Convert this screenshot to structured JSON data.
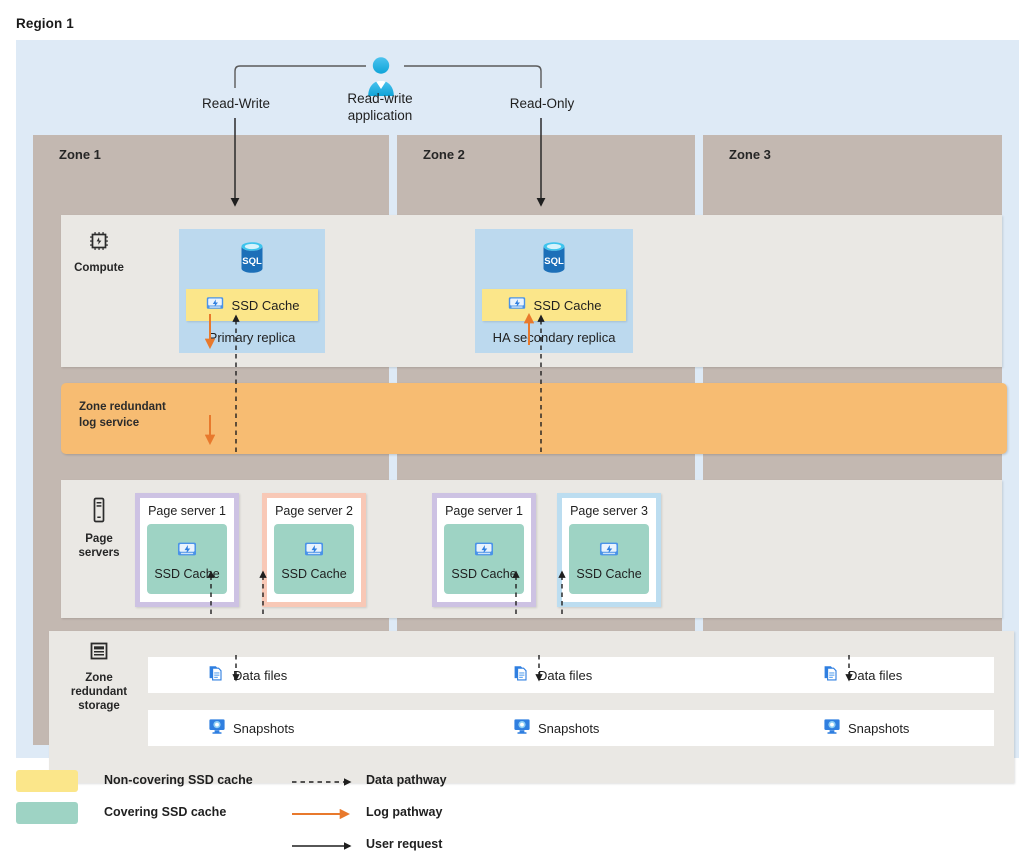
{
  "region": {
    "title": "Region 1"
  },
  "application": {
    "icon": "user-icon",
    "label": "Read-write\napplication",
    "connections": [
      {
        "label": "Read-Write",
        "target": "Primary replica"
      },
      {
        "label": "Read-Only",
        "target": "HA secondary replica"
      }
    ]
  },
  "zones": [
    {
      "id": "zone1",
      "label": "Zone 1"
    },
    {
      "id": "zone2",
      "label": "Zone 2"
    },
    {
      "id": "zone3",
      "label": "Zone 3"
    }
  ],
  "rows": {
    "compute": {
      "label": "Compute",
      "icon": "cpu-chip-icon"
    },
    "log_service": {
      "label": "Zone redundant\nlog service"
    },
    "page_servers": {
      "label": "Page\nservers",
      "icon": "page-server-icon"
    },
    "storage": {
      "label": "Zone\nredundant\nstorage",
      "icon": "storage-stack-icon"
    }
  },
  "replicas": [
    {
      "zone": "Zone 1",
      "caption": "Primary replica",
      "db_icon": "sql-database-icon",
      "cache": {
        "label": "SSD Cache",
        "icon": "ssd-disk-icon",
        "type": "non-covering",
        "color": "#fbe68a"
      }
    },
    {
      "zone": "Zone 2",
      "caption": "HA secondary replica",
      "db_icon": "sql-database-icon",
      "cache": {
        "label": "SSD Cache",
        "icon": "ssd-disk-icon",
        "type": "non-covering",
        "color": "#fbe68a"
      }
    }
  ],
  "page_servers": [
    {
      "zone": "Zone 1",
      "title": "Page server 1",
      "cache_label": "SSD Cache",
      "cache_icon": "ssd-disk-icon",
      "border_color": "#cdc2e3",
      "cache_color": "#9ed3c4"
    },
    {
      "zone": "Zone 1",
      "title": "Page server 2",
      "cache_label": "SSD Cache",
      "cache_icon": "ssd-disk-icon",
      "border_color": "#f8c8b6",
      "cache_color": "#9ed3c4"
    },
    {
      "zone": "Zone 2",
      "title": "Page server 1",
      "cache_label": "SSD Cache",
      "cache_icon": "ssd-disk-icon",
      "border_color": "#cdc2e3",
      "cache_color": "#9ed3c4"
    },
    {
      "zone": "Zone 2",
      "title": "Page server 3",
      "cache_label": "SSD Cache",
      "cache_icon": "ssd-disk-icon",
      "border_color": "#bcddf0",
      "cache_color": "#9ed3c4"
    }
  ],
  "storage": {
    "data_files": [
      {
        "zone": "Zone 1",
        "label": "Data files",
        "icon": "data-files-icon"
      },
      {
        "zone": "Zone 2",
        "label": "Data files",
        "icon": "data-files-icon"
      },
      {
        "zone": "Zone 3",
        "label": "Data files",
        "icon": "data-files-icon"
      }
    ],
    "snapshots": [
      {
        "zone": "Zone 1",
        "label": "Snapshots",
        "icon": "snapshots-icon"
      },
      {
        "zone": "Zone 2",
        "label": "Snapshots",
        "icon": "snapshots-icon"
      },
      {
        "zone": "Zone 3",
        "label": "Snapshots",
        "icon": "snapshots-icon"
      }
    ]
  },
  "legend": {
    "swatches": [
      {
        "label": "Non-covering SSD cache",
        "color": "#fbe68a"
      },
      {
        "label": "Covering SSD cache",
        "color": "#9ed3c4"
      }
    ],
    "lines": [
      {
        "label": "Data pathway",
        "style": "dashed",
        "color": "#1f1f1f"
      },
      {
        "label": "Log pathway",
        "style": "solid",
        "color": "#e8792c"
      },
      {
        "label": "User request",
        "style": "solid",
        "color": "#1f1f1f"
      }
    ]
  },
  "colors": {
    "region_bg": "#deeaf6",
    "zone_bg": "#c3b8b1",
    "band_bg": "#eae8e4",
    "log_band": "#f7bc72",
    "replica_bg": "#bcd9ee",
    "non_covering_cache": "#fbe68a",
    "covering_cache": "#9ed3c4",
    "log_arrow": "#e8792c",
    "data_arrow": "#1f1f1f"
  }
}
